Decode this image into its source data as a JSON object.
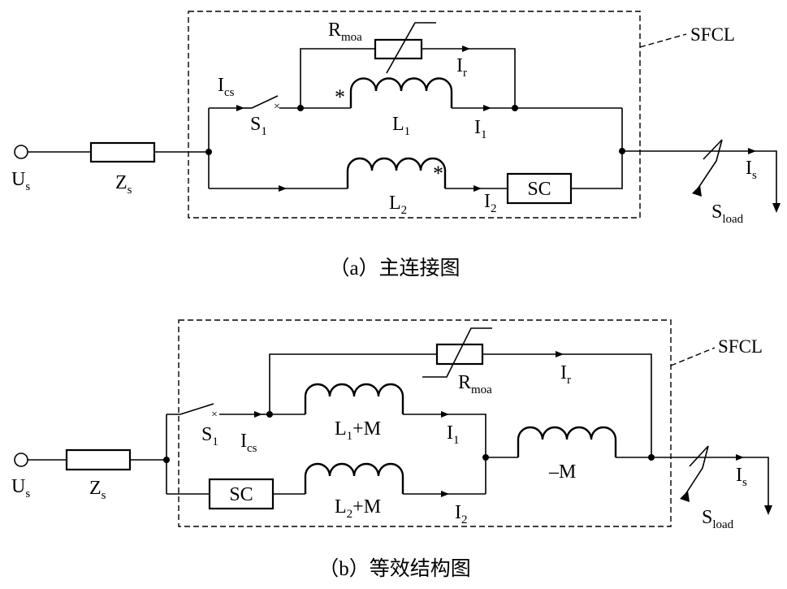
{
  "diagram": {
    "a": {
      "caption": "（a）主连接图",
      "sfcl": "SFCL",
      "source": "U",
      "source_sub": "s",
      "zs": "Z",
      "zs_sub": "s",
      "rmoa": "R",
      "rmoa_sub": "moa",
      "ir": "I",
      "ir_sub": "r",
      "ics": "I",
      "ics_sub": "cs",
      "s1": "S",
      "s1_sub": "1",
      "l1": "L",
      "l1_sub": "1",
      "i1": "I",
      "i1_sub": "1",
      "l2": "L",
      "l2_sub": "2",
      "i2": "I",
      "i2_sub": "2",
      "sc": "SC",
      "is": "I",
      "is_sub": "s",
      "sload": "S",
      "sload_sub": "load",
      "dot_mark": "*"
    },
    "b": {
      "caption": "（b）等效结构图",
      "sfcl": "SFCL",
      "source": "U",
      "source_sub": "s",
      "zs": "Z",
      "zs_sub": "s",
      "rmoa": "R",
      "rmoa_sub": "moa",
      "ir": "I",
      "ir_sub": "r",
      "s1": "S",
      "s1_sub": "1",
      "ics": "I",
      "ics_sub": "cs",
      "l1m": "L",
      "l1m_sub": "1",
      "l1m_tail": "+M",
      "i1": "I",
      "i1_sub": "1",
      "l2m": "L",
      "l2m_sub": "2",
      "l2m_tail": "+M",
      "i2": "I",
      "i2_sub": "2",
      "minus_m": "–M",
      "sc": "SC",
      "is": "I",
      "is_sub": "s",
      "sload": "S",
      "sload_sub": "load"
    }
  }
}
